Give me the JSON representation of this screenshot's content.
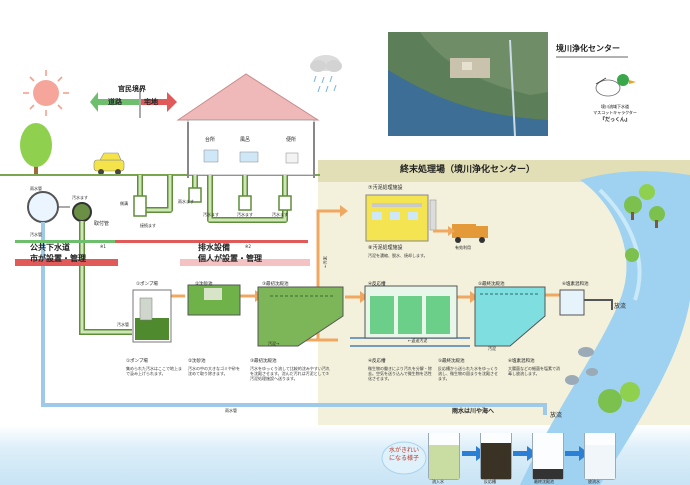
{
  "center_label": "境川浄化センター",
  "mascot": {
    "caption": "境川流域下水道\nマスコットキャラクター",
    "name": "『だっくん』"
  },
  "boundary": {
    "title": "官民境界",
    "road": "道路",
    "residential": "宅地"
  },
  "house": {
    "kitchen": "台所",
    "bath": "風呂",
    "toilet": "便所"
  },
  "pipes": {
    "rainwater_pipe_left": "雨水管",
    "sewage_pipe": "汚水管",
    "side_ditch": "側溝",
    "lateral": "取付管",
    "sewage_basin_left": "汚水ます",
    "connection_basin": "接続ます",
    "rainwater_basin": "雨水ます",
    "sewage_basin_1": "汚水ます",
    "sewage_basin_2": "汚水ます",
    "sewage_basin_3": "汚水ます",
    "sewage_pipe_lower": "汚水管",
    "rainwater_pipe_bottom": "雨水管"
  },
  "public_sewer": {
    "title": "公共下水道",
    "sub": "市が設置・管理"
  },
  "drainage": {
    "title": "排水設備",
    "sub": "個人が設置・管理",
    "note1": "※1",
    "note2": "※2"
  },
  "plant_title": "終末処理場（境川浄化センター）",
  "sludge_facility": {
    "label": "⑦汚泥処理施設"
  },
  "sludge_process": {
    "label": "⑧汚泥処理施設",
    "desc": "汚泥を濃縮、脱水、焼却します。"
  },
  "effective_use": "有効利用",
  "flow_labels": {
    "sludge1": "←汚泥",
    "sludge2": "←返送汚泥",
    "sludge3": "汚泥→",
    "sludge4": "汚泥"
  },
  "steps": [
    {
      "label": "①ポンプ場",
      "desc": "集められた汚水はここで地上まで汲み上げられます。"
    },
    {
      "label": "②沈砂池",
      "desc": "汚水の中の大きなゴミや砂を沈めて取り除きます。"
    },
    {
      "label": "③最初沈殿池",
      "desc": "汚水をゆっくり流して比較的沈みやすい汚れを沈殿させます。沈んだ汚れは汚泥として⑦汚泥処理施設へ送ります。"
    },
    {
      "label": "④反応槽",
      "desc": "微生物の働きにより汚れを分解・除去。空気を送り込んで微生物を活性化させます。"
    },
    {
      "label": "⑤最終沈殿池",
      "desc": "反応槽から送られた水をゆっくり流し、微生物の固まりを沈殿させます。"
    },
    {
      "label": "⑥塩素混和池",
      "desc": "大腸菌などの細菌を塩素で消毒し放流します。"
    }
  ],
  "discharge1": "放流",
  "discharge2": "放流",
  "rain_to_river": "雨水は川や海へ",
  "stages_caption": "水がきれいになる様子",
  "stage_labels": [
    "流入水",
    "反応槽",
    "最終沈殿池",
    "放流水"
  ],
  "colors": {
    "plant_bg": "#f3f1dc",
    "pipe_green": "#5f8e3a",
    "arrow_orange": "#f0a860",
    "arrow_blue": "#2b7fd4",
    "river": "#7fc3ea",
    "public_red": "#d23a3a",
    "private_red": "#d23a3a"
  }
}
